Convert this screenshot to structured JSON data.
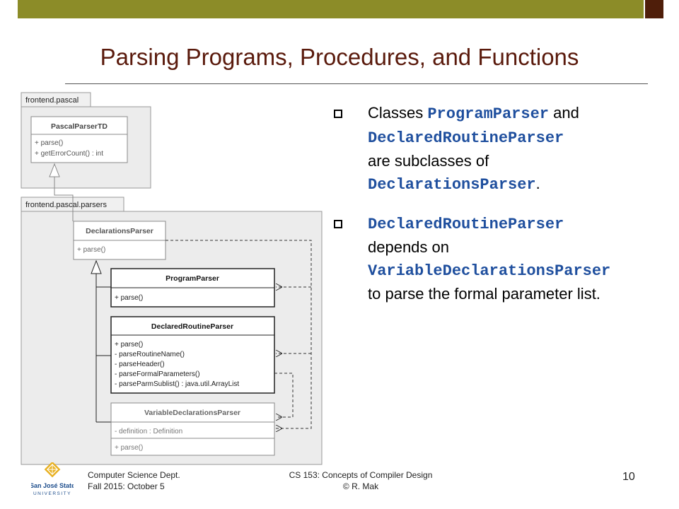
{
  "slide": {
    "title": "Parsing Programs, Procedures, and Functions",
    "page_number": "10"
  },
  "diagram": {
    "packages": [
      {
        "name": "frontend.pascal"
      },
      {
        "name": "frontend.pascal.parsers"
      }
    ],
    "classes": [
      {
        "name": "PascalParserTD",
        "methods": [
          "+ parse()",
          "+ getErrorCount() : int"
        ]
      },
      {
        "name": "DeclarationsParser",
        "methods": [
          "+ parse()"
        ]
      },
      {
        "name": "ProgramParser",
        "methods": [
          "+ parse()"
        ]
      },
      {
        "name": "DeclaredRoutineParser",
        "methods": [
          "+ parse()",
          "-  parseRoutineName()",
          "-  parseHeader()",
          "-  parseFormalParameters()",
          "-  parseParmSublist() : java.util.ArrayList"
        ]
      },
      {
        "name": "VariableDeclarationsParser",
        "attributes": [
          "-  definition : Definition"
        ],
        "methods": [
          "+ parse()"
        ]
      }
    ]
  },
  "bullets": [
    {
      "lines": [
        [
          {
            "t": "Classes ",
            "code": false
          },
          {
            "t": "ProgramParser",
            "code": true
          },
          {
            "t": " and",
            "code": false
          }
        ],
        [
          {
            "t": "DeclaredRoutineParser",
            "code": true
          }
        ],
        [
          {
            "t": "are subclasses of",
            "code": false
          }
        ],
        [
          {
            "t": "DeclarationsParser",
            "code": true
          },
          {
            "t": ".",
            "code": false
          }
        ]
      ]
    },
    {
      "lines": [
        [
          {
            "t": "DeclaredRoutineParser",
            "code": true
          }
        ],
        [
          {
            "t": "depends on",
            "code": false
          }
        ],
        [
          {
            "t": "VariableDeclarationsParser",
            "code": true
          }
        ],
        [
          {
            "t": "to parse the formal parameter list.",
            "code": false
          }
        ]
      ]
    }
  ],
  "footer": {
    "left": [
      "Computer Science Dept.",
      "Fall 2015: October 5"
    ],
    "center": [
      "CS 153: Concepts of Compiler Design",
      "© R. Mak"
    ],
    "logo_text": [
      "San José State",
      "UNIVERSITY"
    ]
  },
  "colors": {
    "title": "#5a1a0c",
    "top_bar": "#8c8c28",
    "top_bar_dark": "#4f1e0a",
    "code_text": "#1f4f9e",
    "logo_gold": "#e8b020",
    "logo_blue": "#1d4d8c"
  }
}
